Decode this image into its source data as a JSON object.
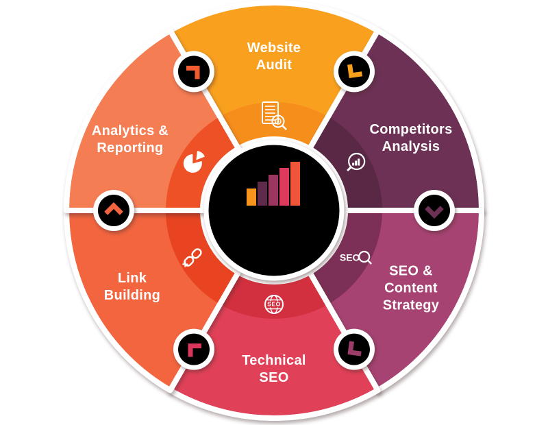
{
  "diagram": {
    "kind": "seo-process-wheel",
    "background": "#FFFFFF",
    "flow_direction": "clockwise"
  },
  "segments": [
    {
      "id": "website-audit",
      "label": "Website Audit",
      "lines": [
        "Website",
        "Audit"
      ],
      "outer_color": "#F9A11E",
      "inner_color": "#F68E1C",
      "icon": "audit-document-icon"
    },
    {
      "id": "competitors-analysis",
      "label": "Competitors Analysis",
      "lines": [
        "Competitors",
        "Analysis"
      ],
      "outer_color": "#6C3154",
      "inner_color": "#592845",
      "icon": "competitor-search-icon"
    },
    {
      "id": "seo-content-strategy",
      "label": "SEO & Content Strategy",
      "lines": [
        "SEO &",
        "Content",
        "Strategy"
      ],
      "outer_color": "#A64372",
      "inner_color": "#7D3057",
      "icon": "seo-search-icon",
      "icon_text": "SEO"
    },
    {
      "id": "technical-seo",
      "label": "Technical SEO",
      "lines": [
        "Technical",
        "SEO"
      ],
      "outer_color": "#E04158",
      "inner_color": "#D3303F",
      "icon": "globe-seo-icon",
      "icon_text": "SEO"
    },
    {
      "id": "link-building",
      "label": "Link Building",
      "lines": [
        "Link",
        "Building"
      ],
      "outer_color": "#F2653F",
      "inner_color": "#E84422",
      "icon": "link-building-icon",
      "icon_text": "+"
    },
    {
      "id": "analytics-reporting",
      "label": "Analytics & Reporting",
      "lines": [
        "Analytics &",
        "Reporting"
      ],
      "outer_color": "#F57D54",
      "inner_color": "#EF5127",
      "icon": "pie-chart-icon"
    }
  ],
  "arrows": [
    {
      "from": "website-audit",
      "to": "competitors-analysis",
      "color": "#F9A01B"
    },
    {
      "from": "competitors-analysis",
      "to": "seo-content-strategy",
      "color": "#6B3154"
    },
    {
      "from": "seo-content-strategy",
      "to": "technical-seo",
      "color": "#9C3D69"
    },
    {
      "from": "technical-seo",
      "to": "link-building",
      "color": "#D9365C"
    },
    {
      "from": "link-building",
      "to": "analytics-reporting",
      "color": "#F2633F"
    },
    {
      "from": "analytics-reporting",
      "to": "website-audit",
      "color": "#F15B31"
    }
  ],
  "center": {
    "background": "#000000",
    "bars": {
      "values": [
        25,
        35,
        45,
        55,
        64
      ],
      "colors": [
        "#F7941E",
        "#5E2B4B",
        "#9C3560",
        "#DE3A5E",
        "#F0553A"
      ]
    }
  }
}
